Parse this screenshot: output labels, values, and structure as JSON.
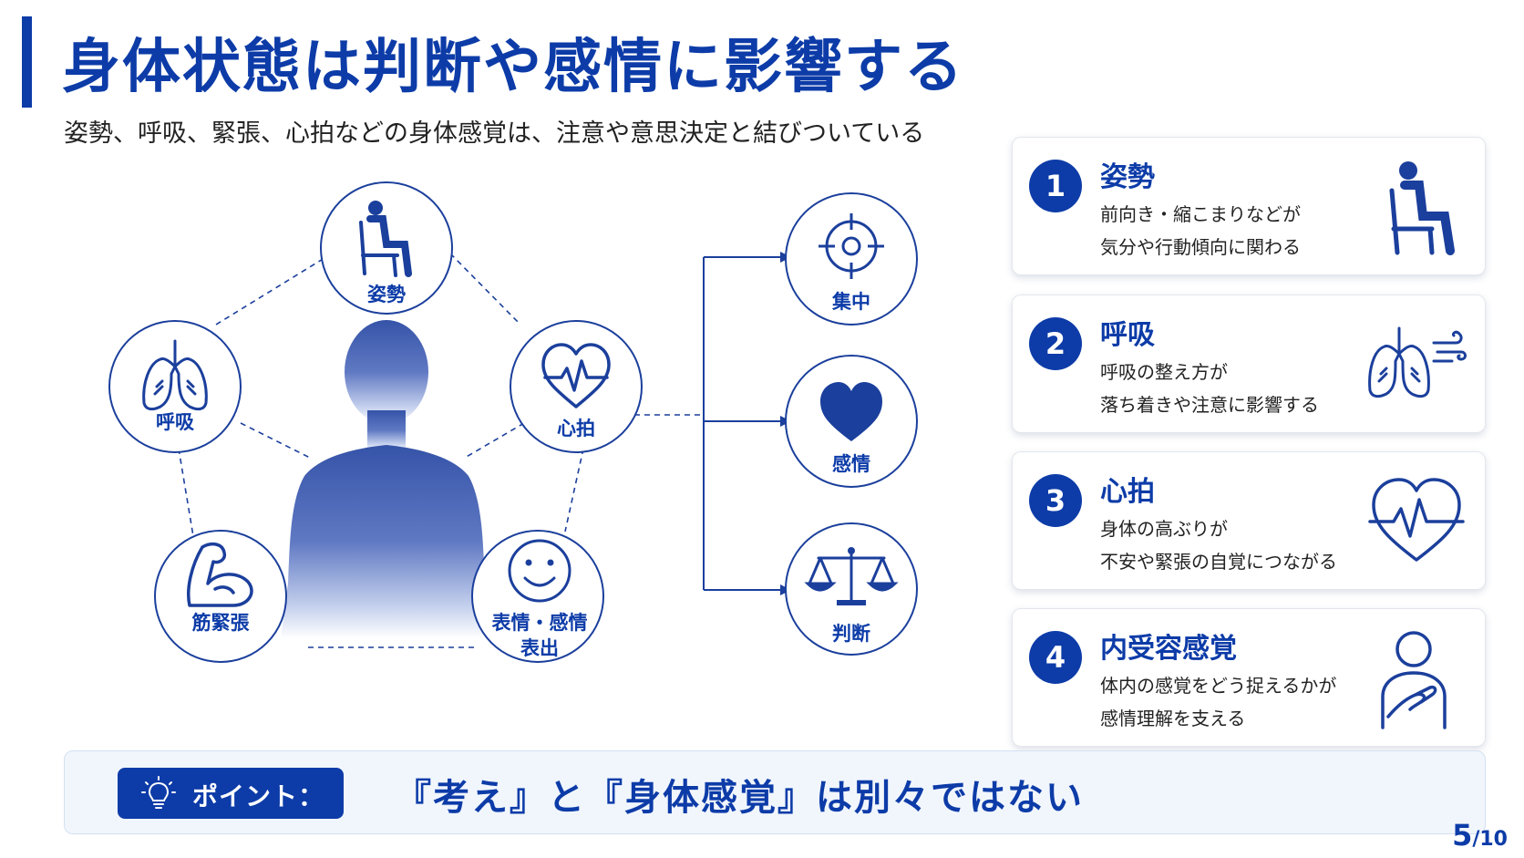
{
  "title": "身体状態は判断や感情に影響する",
  "subtitle": "姿勢、呼吸、緊張、心拍などの身体感覚は、注意や意思決定と結びついている",
  "diagram": {
    "body_nodes": [
      "姿勢",
      "心拍",
      "表情・感情",
      "表出",
      "筋緊張",
      "呼吸"
    ],
    "outcomes": [
      "集中",
      "感情",
      "判断"
    ]
  },
  "cards": [
    {
      "num": "1",
      "title": "姿勢",
      "line1": "前向き・縮こまりなどが",
      "line2": "気分や行動傾向に関わる",
      "icon": "sitting-person-icon"
    },
    {
      "num": "2",
      "title": "呼吸",
      "line1": "呼吸の整え方が",
      "line2": "落ち着きや注意に影響する",
      "icon": "lungs-icon"
    },
    {
      "num": "3",
      "title": "心拍",
      "line1": "身体の高ぶりが",
      "line2": "不安や緊張の自覚につながる",
      "icon": "heartbeat-icon"
    },
    {
      "num": "4",
      "title": "内受容感覚",
      "line1": "体内の感覚をどう捉えるかが",
      "line2": "感情理解を支える",
      "icon": "hand-on-chest-icon"
    }
  ],
  "point": {
    "label": "ポイント：",
    "text": "『考え』と『身体感覚』は別々ではない"
  },
  "page": {
    "current": "5",
    "total": "/10"
  },
  "colors": {
    "accent": "#0d3ca8",
    "point_bg": "#f1f6fd"
  }
}
